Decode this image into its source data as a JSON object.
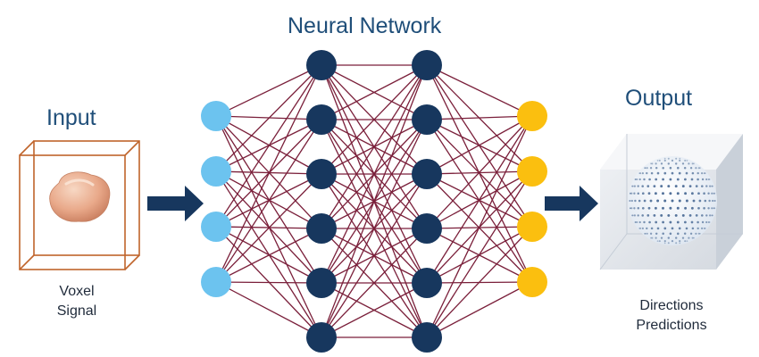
{
  "titles": {
    "network": "Neural Network",
    "input": "Input",
    "output": "Output"
  },
  "captions": {
    "input_line1": "Voxel",
    "input_line2": "Signal",
    "output_line1": "Directions",
    "output_line2": "Predictions"
  },
  "network": {
    "layers": [
      {
        "name": "input-layer",
        "nodes": 4,
        "color": "#6cc3ef"
      },
      {
        "name": "hidden-layer-1",
        "nodes": 6,
        "color": "#17375e"
      },
      {
        "name": "hidden-layer-2",
        "nodes": 6,
        "color": "#17375e"
      },
      {
        "name": "output-layer",
        "nodes": 4,
        "color": "#fbbf0f"
      }
    ],
    "edge_color": "#7a1f3a",
    "arrow_color": "#17375e"
  },
  "icons": {
    "input": "voxel-cube-blob-icon",
    "output": "sphere-directions-cube-icon"
  }
}
